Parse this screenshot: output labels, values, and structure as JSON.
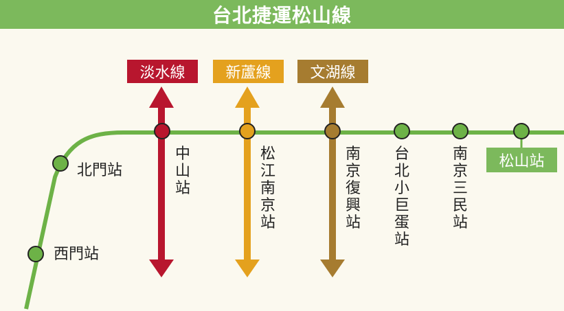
{
  "title": "台北捷運松山線",
  "colors": {
    "songshan": "#6db247",
    "tamsui": "#b8162e",
    "xinlu": "#e4a11e",
    "wenhu": "#a67c30"
  },
  "lines": [
    {
      "label": "淡水線",
      "color": "#b8162e"
    },
    {
      "label": "新蘆線",
      "color": "#e4a11e"
    },
    {
      "label": "文湖線",
      "color": "#a67c30"
    }
  ],
  "stations": {
    "ximen": "西門站",
    "beimen": "北門站",
    "zhongshan": "中山站",
    "songjiang_nanjing": "松江南京站",
    "nanjing_fuxing": "南京復興站",
    "taipei_arena": "台北小巨蛋站",
    "nanjing_sanmin": "南京三民站",
    "songshan": "松山站"
  }
}
